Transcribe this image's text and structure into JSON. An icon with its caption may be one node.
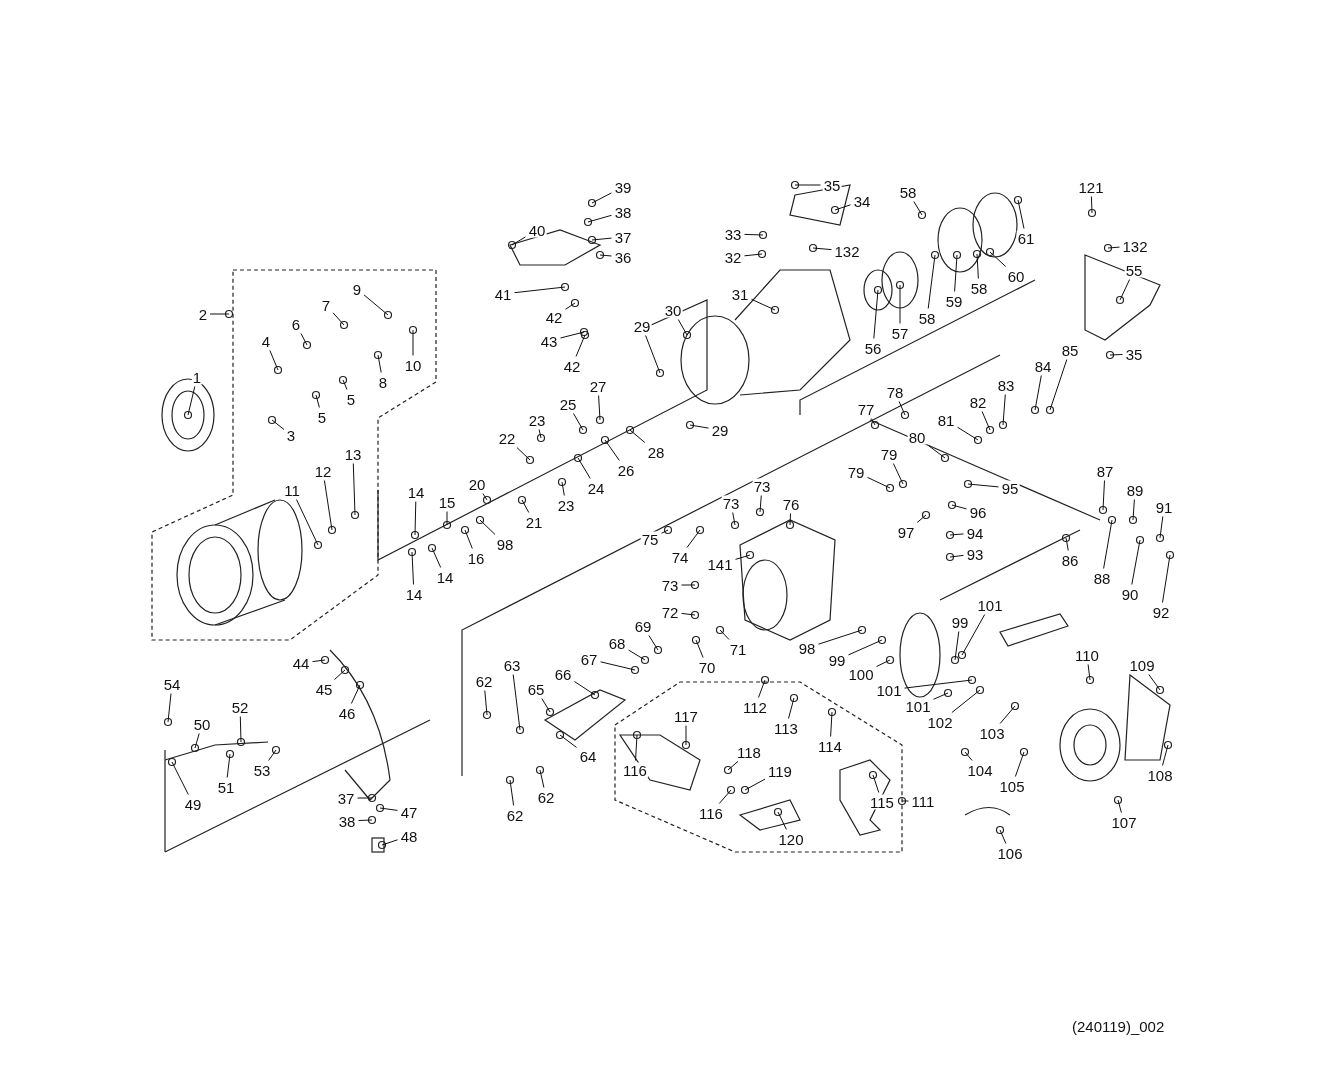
{
  "diagram": {
    "nodes": [
      {
        "text": [
          "1"
        ]
      },
      {
        "text": [
          "2"
        ]
      },
      {
        "text": [
          "3"
        ]
      },
      {
        "text": [
          "4"
        ]
      },
      {
        "text": [
          "5"
        ]
      },
      {
        "text": [
          "5"
        ]
      },
      {
        "text": [
          "6"
        ]
      },
      {
        "text": [
          "7"
        ]
      },
      {
        "text": [
          "8"
        ]
      },
      {
        "text": [
          "9"
        ]
      },
      {
        "text": [
          "10"
        ]
      },
      {
        "text": [
          "11"
        ]
      },
      {
        "text": [
          "12"
        ]
      },
      {
        "text": [
          "13"
        ]
      },
      {
        "text": [
          "14"
        ]
      },
      {
        "text": [
          "14"
        ]
      },
      {
        "text": [
          "14"
        ]
      },
      {
        "text": [
          "15"
        ]
      },
      {
        "text": [
          "16"
        ]
      },
      {
        "text": [
          "98"
        ]
      },
      {
        "text": [
          "20"
        ]
      },
      {
        "text": [
          "21"
        ]
      },
      {
        "text": [
          "22"
        ]
      },
      {
        "text": [
          "23"
        ]
      },
      {
        "text": [
          "23"
        ]
      },
      {
        "text": [
          "24"
        ]
      },
      {
        "text": [
          "25"
        ]
      },
      {
        "text": [
          "26"
        ]
      },
      {
        "text": [
          "27"
        ]
      },
      {
        "text": [
          "28"
        ]
      },
      {
        "text": [
          "29"
        ]
      },
      {
        "text": [
          "29"
        ]
      },
      {
        "text": [
          "30"
        ]
      },
      {
        "text": [
          "31"
        ]
      },
      {
        "text": [
          "32"
        ]
      },
      {
        "text": [
          "33"
        ]
      },
      {
        "text": [
          "34"
        ]
      },
      {
        "text": [
          "35"
        ]
      },
      {
        "text": [
          "132"
        ]
      },
      {
        "text": [
          "36"
        ]
      },
      {
        "text": [
          "37"
        ]
      },
      {
        "text": [
          "38"
        ]
      },
      {
        "text": [
          "39"
        ]
      },
      {
        "text": [
          "40"
        ]
      },
      {
        "text": [
          "41"
        ]
      },
      {
        "text": [
          "42"
        ]
      },
      {
        "text": [
          "43"
        ]
      },
      {
        "text": [
          "42"
        ]
      },
      {
        "text": [
          "56"
        ]
      },
      {
        "text": [
          "57"
        ]
      },
      {
        "text": [
          "58"
        ]
      },
      {
        "text": [
          "58"
        ]
      },
      {
        "text": [
          "59"
        ]
      },
      {
        "text": [
          "58"
        ]
      },
      {
        "text": [
          "60"
        ]
      },
      {
        "text": [
          "61"
        ]
      },
      {
        "text": [
          "121"
        ]
      },
      {
        "text": [
          "132"
        ]
      },
      {
        "text": [
          "55"
        ]
      },
      {
        "text": [
          "35"
        ]
      },
      {
        "text": [
          "77"
        ]
      },
      {
        "text": [
          "78"
        ]
      },
      {
        "text": [
          "79"
        ]
      },
      {
        "text": [
          "79"
        ]
      },
      {
        "text": [
          "80"
        ]
      },
      {
        "text": [
          "81"
        ]
      },
      {
        "text": [
          "82"
        ]
      },
      {
        "text": [
          "83"
        ]
      },
      {
        "text": [
          "84"
        ]
      },
      {
        "text": [
          "85"
        ]
      },
      {
        "text": [
          "95"
        ]
      },
      {
        "text": [
          "96"
        ]
      },
      {
        "text": [
          "97"
        ]
      },
      {
        "text": [
          "94"
        ]
      },
      {
        "text": [
          "93"
        ]
      },
      {
        "text": [
          "87"
        ]
      },
      {
        "text": [
          "89"
        ]
      },
      {
        "text": [
          "91"
        ]
      },
      {
        "text": [
          "86"
        ]
      },
      {
        "text": [
          "88"
        ]
      },
      {
        "text": [
          "90"
        ]
      },
      {
        "text": [
          "92"
        ]
      },
      {
        "text": [
          "75"
        ]
      },
      {
        "text": [
          "74"
        ]
      },
      {
        "text": [
          "73"
        ]
      },
      {
        "text": [
          "73"
        ]
      },
      {
        "text": [
          "76"
        ]
      },
      {
        "text": [
          "141"
        ]
      },
      {
        "text": [
          "73"
        ]
      },
      {
        "text": [
          "72"
        ]
      },
      {
        "text": [
          "71"
        ]
      },
      {
        "text": [
          "70"
        ]
      },
      {
        "text": [
          "98"
        ]
      },
      {
        "text": [
          "99"
        ]
      },
      {
        "text": [
          "100"
        ]
      },
      {
        "text": [
          "99"
        ]
      },
      {
        "text": [
          "101"
        ]
      },
      {
        "text": [
          "101"
        ]
      },
      {
        "text": [
          "101"
        ]
      },
      {
        "text": [
          "102"
        ]
      },
      {
        "text": [
          "103"
        ]
      },
      {
        "text": [
          "104"
        ]
      },
      {
        "text": [
          "105"
        ]
      },
      {
        "text": [
          "106"
        ]
      },
      {
        "text": [
          "107"
        ]
      },
      {
        "text": [
          "108"
        ]
      },
      {
        "text": [
          "109"
        ]
      },
      {
        "text": [
          "110"
        ]
      },
      {
        "text": [
          "111"
        ]
      },
      {
        "text": [
          "112"
        ]
      },
      {
        "text": [
          "113"
        ]
      },
      {
        "text": [
          "114"
        ]
      },
      {
        "text": [
          "115"
        ]
      },
      {
        "text": [
          "116"
        ]
      },
      {
        "text": [
          "117"
        ]
      },
      {
        "text": [
          "118"
        ]
      },
      {
        "text": [
          "119"
        ]
      },
      {
        "text": [
          "116"
        ]
      },
      {
        "text": [
          "120"
        ]
      },
      {
        "text": [
          "62"
        ]
      },
      {
        "text": [
          "63"
        ]
      },
      {
        "text": [
          "62"
        ]
      },
      {
        "text": [
          "62"
        ]
      },
      {
        "text": [
          "64"
        ]
      },
      {
        "text": [
          "65"
        ]
      },
      {
        "text": [
          "66"
        ]
      },
      {
        "text": [
          "67"
        ]
      },
      {
        "text": [
          "68"
        ]
      },
      {
        "text": [
          "69"
        ]
      },
      {
        "text": [
          "44"
        ]
      },
      {
        "text": [
          "45"
        ]
      },
      {
        "text": [
          "46"
        ]
      },
      {
        "text": [
          "54"
        ]
      },
      {
        "text": [
          "52"
        ]
      },
      {
        "text": [
          "50"
        ]
      },
      {
        "text": [
          "51"
        ]
      },
      {
        "text": [
          "53"
        ]
      },
      {
        "text": [
          "49"
        ]
      },
      {
        "text": [
          "37"
        ]
      },
      {
        "text": [
          "47"
        ]
      },
      {
        "text": [
          "38"
        ]
      },
      {
        "text": [
          "48"
        ]
      }
    ],
    "edges": [
      {
        "from": 0,
        "to": null,
        "arrow": "none"
      },
      {
        "from": 1,
        "to": null,
        "arrow": "none"
      },
      {
        "from": 2,
        "to": null,
        "arrow": "none"
      },
      {
        "from": 3,
        "to": null,
        "arrow": "none"
      },
      {
        "from": 4,
        "to": null,
        "arrow": "none"
      },
      {
        "from": 5,
        "to": null,
        "arrow": "none"
      },
      {
        "from": 6,
        "to": null,
        "arrow": "none"
      },
      {
        "from": 7,
        "to": null,
        "arrow": "none"
      },
      {
        "from": 8,
        "to": null,
        "arrow": "none"
      },
      {
        "from": 9,
        "to": null,
        "arrow": "none"
      },
      {
        "from": 10,
        "to": null,
        "arrow": "none"
      },
      {
        "from": 11,
        "to": null,
        "arrow": "none"
      },
      {
        "from": 12,
        "to": null,
        "arrow": "none"
      },
      {
        "from": 13,
        "to": null,
        "arrow": "none"
      },
      {
        "from": 14,
        "to": null,
        "arrow": "none"
      },
      {
        "from": 15,
        "to": null,
        "arrow": "none"
      },
      {
        "from": 16,
        "to": null,
        "arrow": "none"
      },
      {
        "from": 17,
        "to": null,
        "arrow": "none"
      },
      {
        "from": 18,
        "to": null,
        "arrow": "none"
      },
      {
        "from": 19,
        "to": null,
        "arrow": "none"
      },
      {
        "from": 20,
        "to": null,
        "arrow": "none"
      },
      {
        "from": 21,
        "to": null,
        "arrow": "none"
      },
      {
        "from": 22,
        "to": null,
        "arrow": "none"
      },
      {
        "from": 23,
        "to": null,
        "arrow": "none"
      },
      {
        "from": 24,
        "to": null,
        "arrow": "none"
      },
      {
        "from": 25,
        "to": null,
        "arrow": "none"
      },
      {
        "from": 26,
        "to": null,
        "arrow": "none"
      },
      {
        "from": 27,
        "to": null,
        "arrow": "none"
      },
      {
        "from": 28,
        "to": null,
        "arrow": "none"
      },
      {
        "from": 29,
        "to": null,
        "arrow": "none"
      },
      {
        "from": 30,
        "to": null,
        "arrow": "none"
      },
      {
        "from": 31,
        "to": null,
        "arrow": "none"
      },
      {
        "from": 32,
        "to": null,
        "arrow": "none"
      },
      {
        "from": 33,
        "to": null,
        "arrow": "none"
      },
      {
        "from": 34,
        "to": null,
        "arrow": "none"
      },
      {
        "from": 35,
        "to": null,
        "arrow": "none"
      },
      {
        "from": 36,
        "to": null,
        "arrow": "none"
      },
      {
        "from": 37,
        "to": null,
        "arrow": "none"
      },
      {
        "from": 38,
        "to": null,
        "arrow": "none"
      },
      {
        "from": 39,
        "to": null,
        "arrow": "none"
      },
      {
        "from": 40,
        "to": null,
        "arrow": "none"
      },
      {
        "from": 41,
        "to": null,
        "arrow": "none"
      },
      {
        "from": 42,
        "to": null,
        "arrow": "none"
      },
      {
        "from": 43,
        "to": null,
        "arrow": "none"
      },
      {
        "from": 44,
        "to": null,
        "arrow": "none"
      },
      {
        "from": 45,
        "to": null,
        "arrow": "none"
      },
      {
        "from": 46,
        "to": null,
        "arrow": "none"
      },
      {
        "from": 47,
        "to": null,
        "arrow": "none"
      },
      {
        "from": 48,
        "to": null,
        "arrow": "none"
      },
      {
        "from": 49,
        "to": null,
        "arrow": "none"
      },
      {
        "from": 50,
        "to": null,
        "arrow": "none"
      },
      {
        "from": 51,
        "to": null,
        "arrow": "none"
      },
      {
        "from": 52,
        "to": null,
        "arrow": "none"
      },
      {
        "from": 53,
        "to": null,
        "arrow": "none"
      },
      {
        "from": 54,
        "to": null,
        "arrow": "none"
      },
      {
        "from": 55,
        "to": null,
        "arrow": "none"
      },
      {
        "from": 56,
        "to": null,
        "arrow": "none"
      },
      {
        "from": 57,
        "to": null,
        "arrow": "none"
      },
      {
        "from": 58,
        "to": null,
        "arrow": "none"
      },
      {
        "from": 59,
        "to": null,
        "arrow": "none"
      },
      {
        "from": 60,
        "to": null,
        "arrow": "none"
      },
      {
        "from": 61,
        "to": null,
        "arrow": "none"
      },
      {
        "from": 62,
        "to": null,
        "arrow": "none"
      },
      {
        "from": 63,
        "to": null,
        "arrow": "none"
      },
      {
        "from": 64,
        "to": null,
        "arrow": "none"
      },
      {
        "from": 65,
        "to": null,
        "arrow": "none"
      },
      {
        "from": 66,
        "to": null,
        "arrow": "none"
      },
      {
        "from": 67,
        "to": null,
        "arrow": "none"
      },
      {
        "from": 68,
        "to": null,
        "arrow": "none"
      },
      {
        "from": 69,
        "to": null,
        "arrow": "none"
      },
      {
        "from": 70,
        "to": null,
        "arrow": "none"
      },
      {
        "from": 71,
        "to": null,
        "arrow": "none"
      },
      {
        "from": 72,
        "to": null,
        "arrow": "none"
      },
      {
        "from": 73,
        "to": null,
        "arrow": "none"
      },
      {
        "from": 74,
        "to": null,
        "arrow": "none"
      },
      {
        "from": 75,
        "to": null,
        "arrow": "none"
      },
      {
        "from": 76,
        "to": null,
        "arrow": "none"
      },
      {
        "from": 77,
        "to": null,
        "arrow": "none"
      },
      {
        "from": 78,
        "to": null,
        "arrow": "none"
      },
      {
        "from": 79,
        "to": null,
        "arrow": "none"
      },
      {
        "from": 80,
        "to": null,
        "arrow": "none"
      },
      {
        "from": 81,
        "to": null,
        "arrow": "none"
      },
      {
        "from": 82,
        "to": null,
        "arrow": "none"
      },
      {
        "from": 83,
        "to": null,
        "arrow": "none"
      },
      {
        "from": 84,
        "to": null,
        "arrow": "none"
      },
      {
        "from": 85,
        "to": null,
        "arrow": "none"
      },
      {
        "from": 86,
        "to": null,
        "arrow": "none"
      },
      {
        "from": 87,
        "to": null,
        "arrow": "none"
      },
      {
        "from": 88,
        "to": null,
        "arrow": "none"
      },
      {
        "from": 89,
        "to": null,
        "arrow": "none"
      },
      {
        "from": 90,
        "to": null,
        "arrow": "none"
      },
      {
        "from": 91,
        "to": null,
        "arrow": "none"
      },
      {
        "from": 92,
        "to": null,
        "arrow": "none"
      },
      {
        "from": 93,
        "to": null,
        "arrow": "none"
      },
      {
        "from": 94,
        "to": null,
        "arrow": "none"
      },
      {
        "from": 95,
        "to": null,
        "arrow": "none"
      },
      {
        "from": 96,
        "to": null,
        "arrow": "none"
      },
      {
        "from": 97,
        "to": null,
        "arrow": "none"
      },
      {
        "from": 98,
        "to": null,
        "arrow": "none"
      },
      {
        "from": 99,
        "to": null,
        "arrow": "none"
      },
      {
        "from": 100,
        "to": null,
        "arrow": "none"
      },
      {
        "from": 101,
        "to": null,
        "arrow": "none"
      },
      {
        "from": 102,
        "to": null,
        "arrow": "none"
      },
      {
        "from": 103,
        "to": null,
        "arrow": "none"
      },
      {
        "from": 104,
        "to": null,
        "arrow": "none"
      },
      {
        "from": 105,
        "to": null,
        "arrow": "none"
      },
      {
        "from": 106,
        "to": null,
        "arrow": "none"
      },
      {
        "from": 107,
        "to": null,
        "arrow": "none"
      },
      {
        "from": 108,
        "to": null,
        "arrow": "none"
      },
      {
        "from": 109,
        "to": null,
        "arrow": "none"
      },
      {
        "from": 110,
        "to": null,
        "arrow": "none"
      },
      {
        "from": 111,
        "to": null,
        "arrow": "none"
      },
      {
        "from": 112,
        "to": null,
        "arrow": "none"
      },
      {
        "from": 113,
        "to": null,
        "arrow": "none"
      },
      {
        "from": 114,
        "to": null,
        "arrow": "none"
      },
      {
        "from": 115,
        "to": null,
        "arrow": "none"
      },
      {
        "from": 116,
        "to": null,
        "arrow": "none"
      },
      {
        "from": 117,
        "to": null,
        "arrow": "none"
      },
      {
        "from": 118,
        "to": null,
        "arrow": "none"
      },
      {
        "from": 119,
        "to": null,
        "arrow": "none"
      },
      {
        "from": 120,
        "to": null,
        "arrow": "none"
      },
      {
        "from": 121,
        "to": null,
        "arrow": "none"
      },
      {
        "from": 122,
        "to": null,
        "arrow": "none"
      },
      {
        "from": 123,
        "to": null,
        "arrow": "none"
      },
      {
        "from": 124,
        "to": null,
        "arrow": "none"
      },
      {
        "from": 125,
        "to": null,
        "arrow": "none"
      },
      {
        "from": 126,
        "to": null,
        "arrow": "none"
      },
      {
        "from": 127,
        "to": null,
        "arrow": "none"
      },
      {
        "from": 128,
        "to": null,
        "arrow": "none"
      },
      {
        "from": 129,
        "to": null,
        "arrow": "none"
      },
      {
        "from": 130,
        "to": null,
        "arrow": "none"
      },
      {
        "from": 131,
        "to": null,
        "arrow": "none"
      },
      {
        "from": 132,
        "to": null,
        "arrow": "none"
      },
      {
        "from": 133,
        "to": null,
        "arrow": "none"
      },
      {
        "from": 134,
        "to": null,
        "arrow": "none"
      },
      {
        "from": 135,
        "to": null,
        "arrow": "none"
      },
      {
        "from": 136,
        "to": null,
        "arrow": "none"
      },
      {
        "from": 137,
        "to": null,
        "arrow": "none"
      },
      {
        "from": 138,
        "to": null,
        "arrow": "none"
      },
      {
        "from": 139,
        "to": null,
        "arrow": "none"
      },
      {
        "from": 140,
        "to": null,
        "arrow": "none"
      },
      {
        "from": 141,
        "to": null,
        "arrow": "none"
      }
    ],
    "labels": [
      "(240119)_002"
    ]
  }
}
